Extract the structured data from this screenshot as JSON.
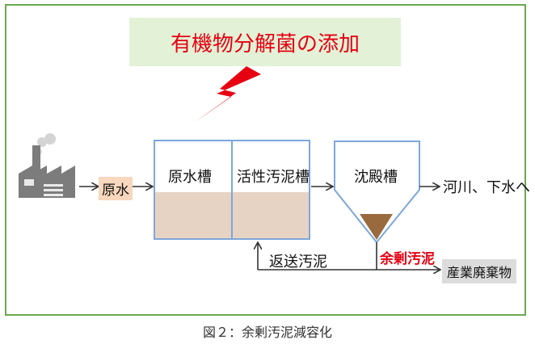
{
  "banner": {
    "text": "有機物分解菌の添加"
  },
  "labels": {
    "raw_water": "原水",
    "raw_water_tank": "原水槽",
    "activated_sludge_tank": "活性汚泥槽",
    "settling_tank": "沈殿槽",
    "discharge": "河川、下水へ",
    "return_sludge": "返送汚泥",
    "excess_sludge": "余剰汚泥",
    "industrial_waste": "産業廃棄物"
  },
  "caption": "図２：余剰汚泥減容化",
  "colors": {
    "frame": "#6aa84f",
    "banner_bg": "#e3f1d6",
    "accent_red": "#e60012",
    "tank_border": "#7da7d9",
    "sludge_fill": "#e7d3c4",
    "settled_sludge": "#9a6a3f",
    "raw_water_tag": "#f7d7bd",
    "waste_tag": "#dcdcdc"
  },
  "icons": [
    "factory-icon",
    "lightning-icon"
  ]
}
